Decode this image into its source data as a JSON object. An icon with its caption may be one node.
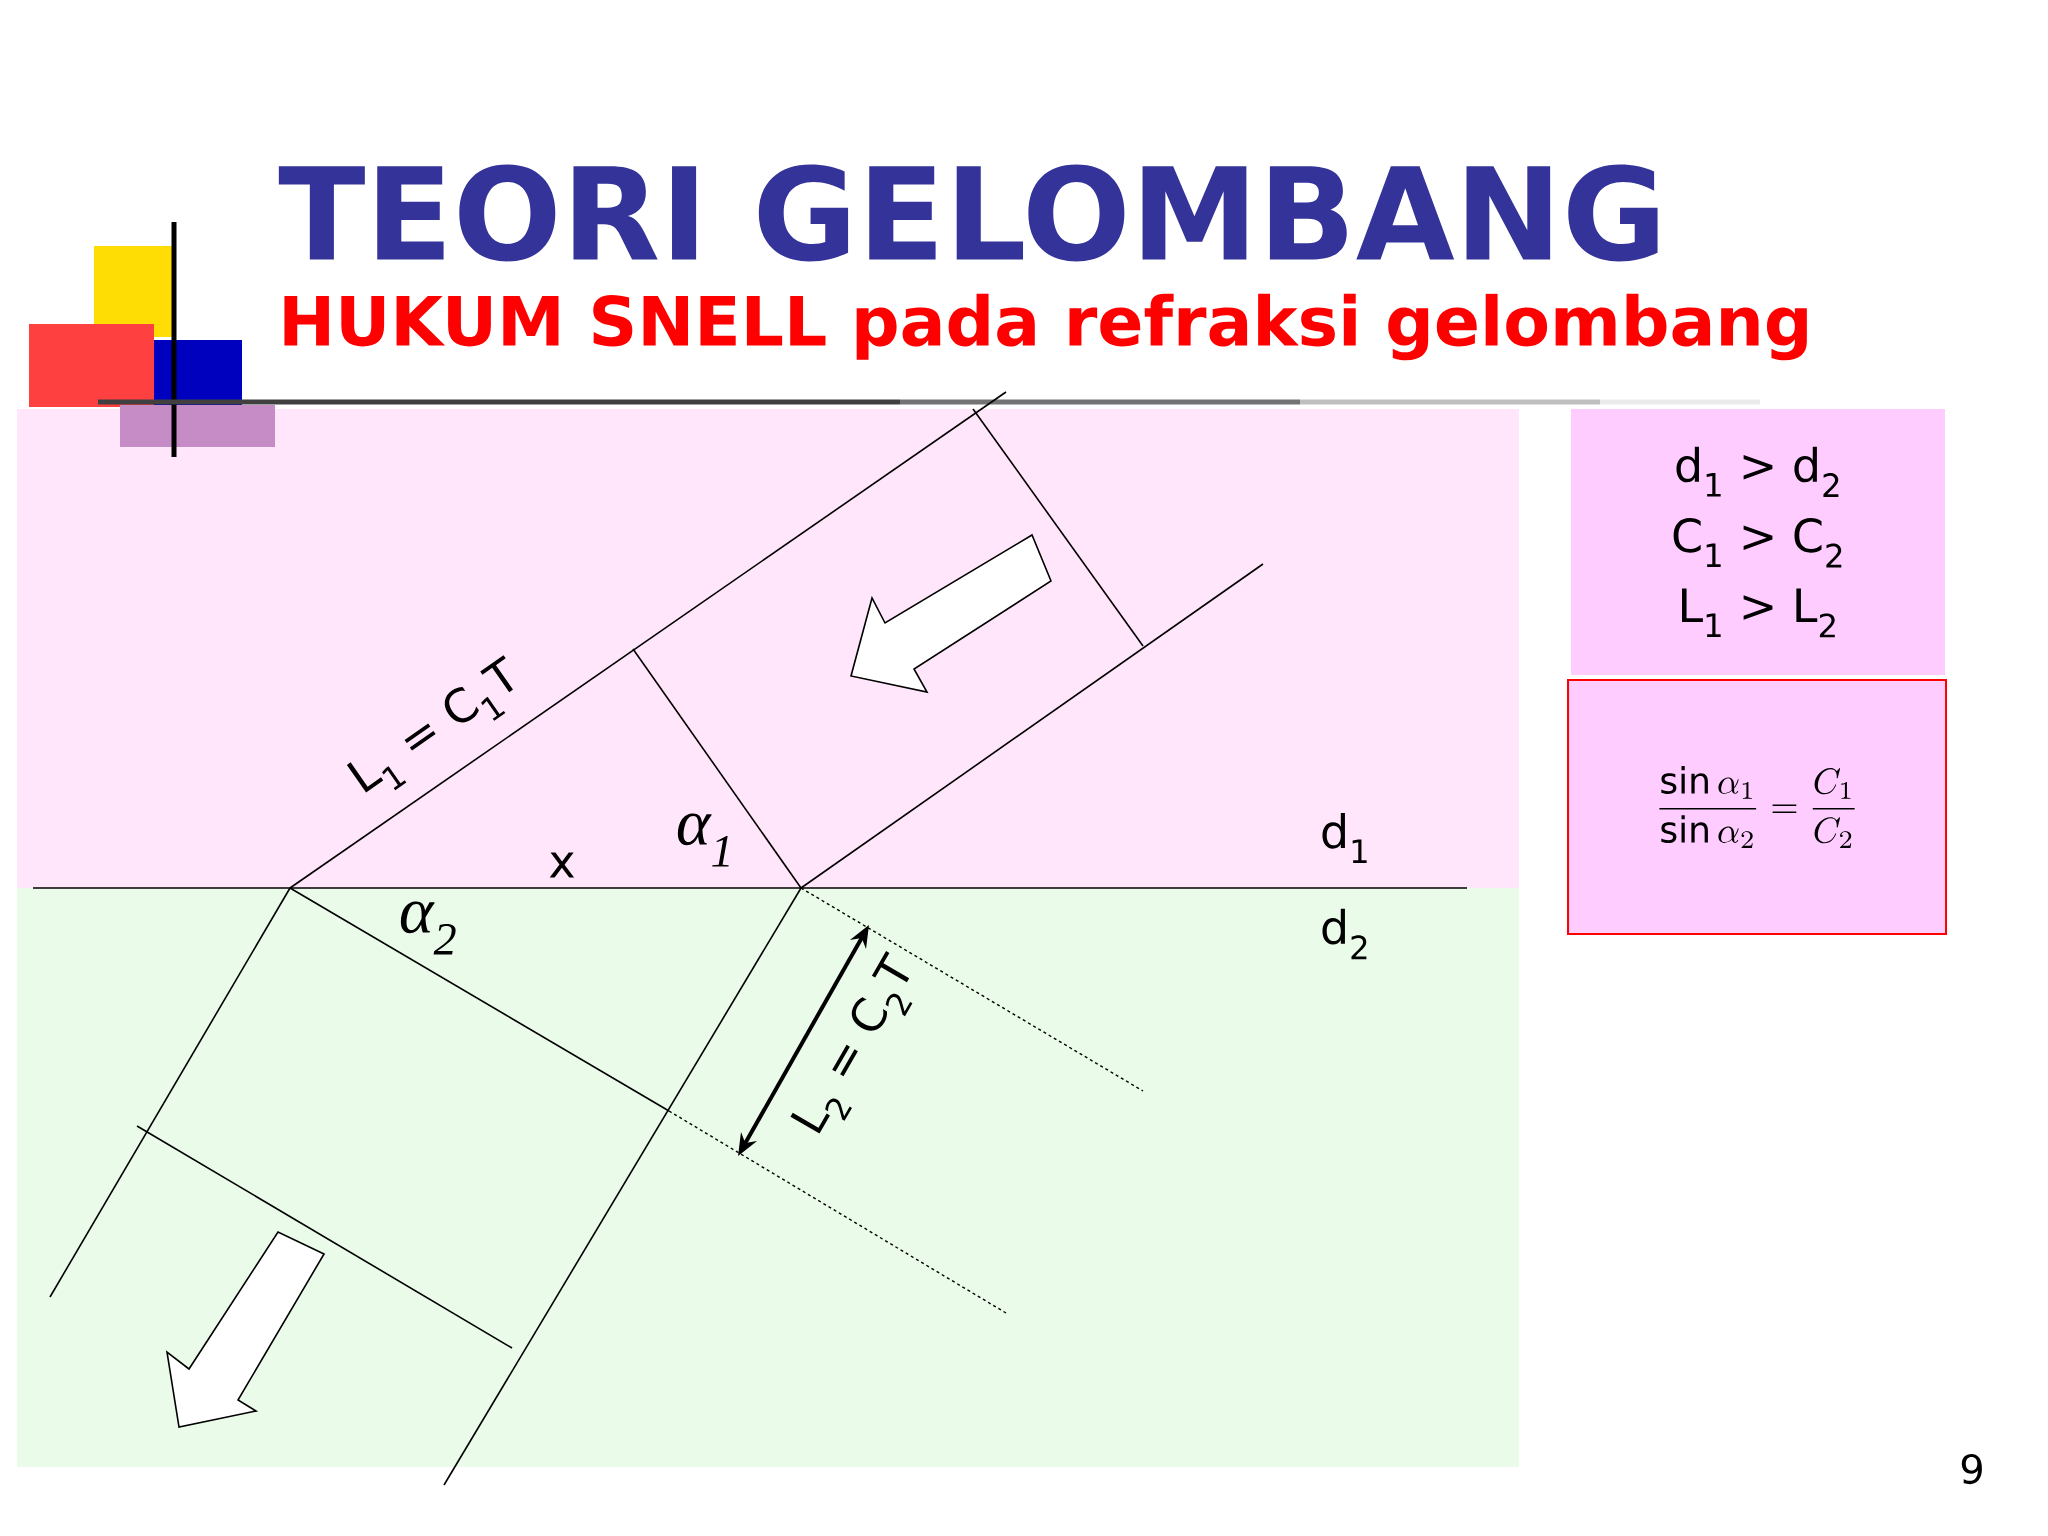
{
  "diagram": {
    "title": "TEORI GELOMBANG",
    "nodes": [
      {
        "text": [
          "d$_{1}$ > d$_{2}$",
          "C$_{1}$ > C$_{2}$",
          "L$_{1}$ > L$_{2}$"
        ]
      },
      {
        "text": [
          "\\frac{\\sin\\alpha_{1}}{\\sin\\alpha_{2}}=\\frac{C_{1}}{C_{2}}"
        ]
      }
    ],
    "edges": [],
    "labels": [
      "HUKUM SNELL pada refraksi gelombang",
      "L$_{1}$ = C$_{1}$T",
      "x",
      "α$_{1}$",
      "d$_{1}$",
      "α$_{2}$",
      "d$_{2}$",
      "L$_{2}$ = C$_{2}$T",
      "9"
    ]
  }
}
